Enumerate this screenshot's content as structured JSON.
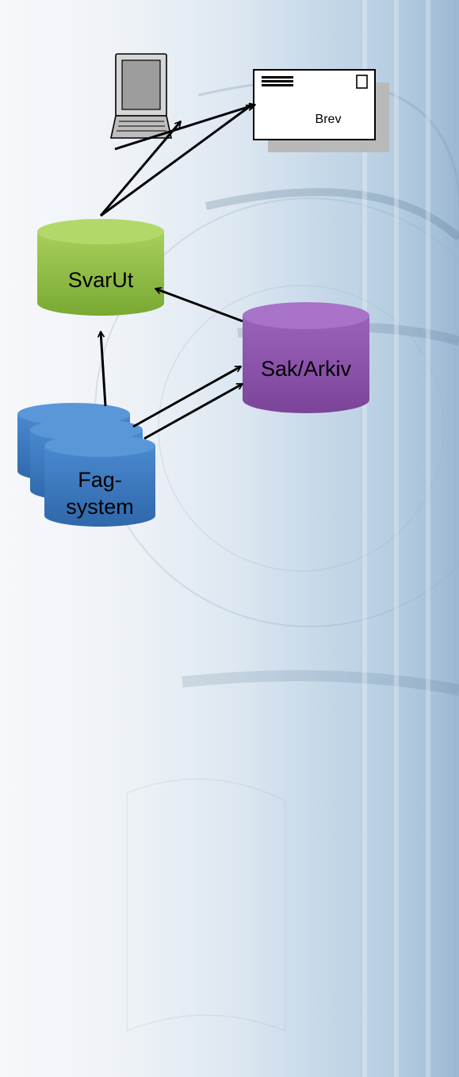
{
  "nodes": {
    "brev_label": "Brev",
    "svarut_label": "SvarUt",
    "sakarkiv_label": "Sak/Arkiv",
    "fagsystem_line1": "Fag-",
    "fagsystem_line2": "system"
  },
  "colors": {
    "svarut_fill": "#8dbb3f",
    "sakarkiv_fill": "#8a52ab",
    "fagsystem_fill": "#3a79c2",
    "arrow": "#000000"
  },
  "icons": {
    "computer": "laptop-icon",
    "letter": "envelope-icon"
  }
}
